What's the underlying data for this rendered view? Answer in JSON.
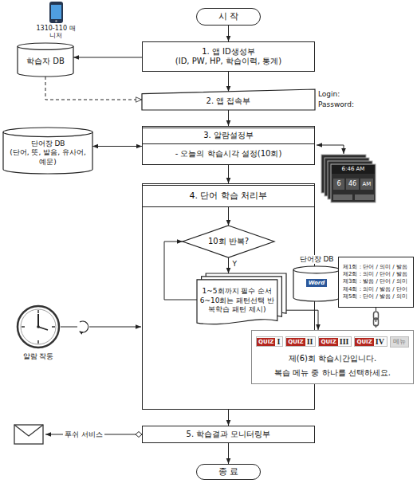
{
  "diagram": {
    "nodes": [
      {
        "text": [
          "시 작"
        ]
      },
      {
        "text": [
          "1. 앱 ID생성부",
          "(ID, PW, HP, 학습이력, 통계)"
        ]
      },
      {
        "text": [
          "학습자 DB"
        ]
      },
      {
        "text": [
          "2. 앱 접속부"
        ]
      },
      {
        "text": [
          "3. 알람설정부",
          "- 오늘의 학습시각 설정(10회)"
        ]
      },
      {
        "text": [
          "단어장 DB",
          "(단어, 뜻, 발음, 유사어, 예문)"
        ]
      },
      {
        "text": [
          "4. 단어 학습 처리부"
        ]
      },
      {
        "text": [
          "10회 반복?"
        ],
        "in": 6
      },
      {
        "text": [
          "1~5회까지 필수 순서",
          "6~10회는 패턴선택 반복학습 패턴 제시)"
        ],
        "in": 6
      },
      {
        "text": [
          "단어장 DB"
        ]
      },
      {
        "text": [
          "제1회 : 단어 / 의미 / 발음",
          "제2회 : 의미 / 단어 / 발음",
          "제3회 : 발음 / 단어 / 의미",
          "제4회 : 의미 / 발음 / 단어",
          "제5회 : 단어 / 발음 / 의미"
        ]
      },
      {
        "text": [
          "제(6)회 학습시간입니다.",
          "복습 메뉴 중 하나를 선택하세요."
        ]
      },
      {
        "text": [
          "5. 학습결과 모니터링부"
        ]
      },
      {
        "text": [
          "종 료"
        ]
      }
    ],
    "edges": [
      {
        "from": 0,
        "to": 1,
        "arrow": "to"
      },
      {
        "from": 1,
        "to": 2,
        "arrow": "to"
      },
      {
        "from": 2,
        "to": 3,
        "arrow": "to"
      },
      {
        "from": 1,
        "to": 3,
        "arrow": "to"
      },
      {
        "from": 3,
        "to": 4,
        "arrow": "to"
      },
      {
        "from": 5,
        "to": 4,
        "arrow": "both"
      },
      {
        "from": 4,
        "to": 6,
        "arrow": "to"
      },
      {
        "from": 6,
        "to": 7,
        "arrow": "to"
      },
      {
        "from": 7,
        "to": 8,
        "label": "Y",
        "arrow": "to"
      },
      {
        "from": 8,
        "to": 7,
        "arrow": "to"
      },
      {
        "from": 8,
        "to": 11,
        "arrow": "to"
      },
      {
        "from": 10,
        "to": 11,
        "arrow": "none"
      },
      {
        "from": 6,
        "to": 12,
        "arrow": "to"
      },
      {
        "from": 12,
        "to": 13,
        "arrow": "to"
      }
    ],
    "labels": [
      "1310-110 매니저",
      "Login:",
      "Password:",
      "6:46 AM",
      "6",
      "46",
      "AM",
      "알람 작동",
      "Word",
      "QUIZ",
      "I",
      "QUIZ",
      "II",
      "QUIZ",
      "III",
      "QUIZ",
      "IV",
      "메뉴",
      "푸쉬 서비스"
    ]
  }
}
